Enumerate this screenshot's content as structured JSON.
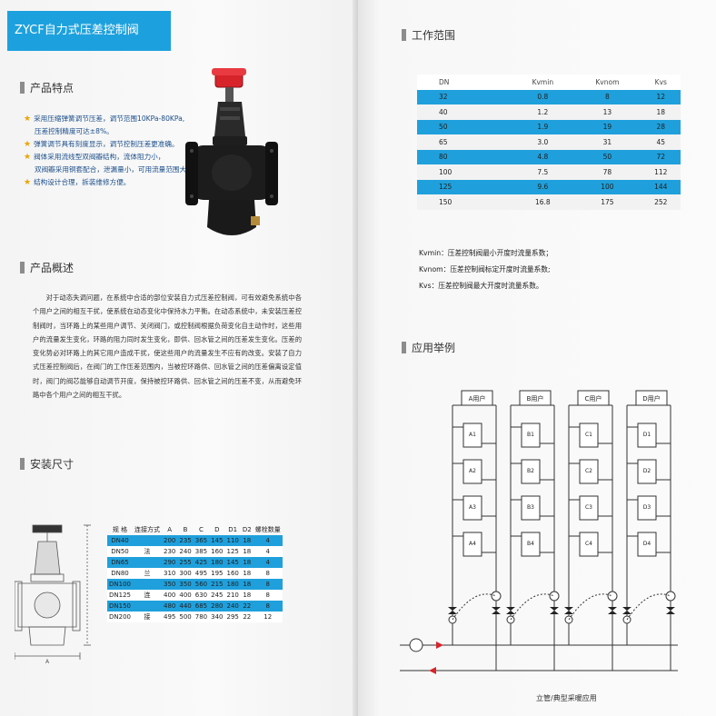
{
  "left": {
    "title": "ZYCF自力式压差控制阀",
    "features_heading": "产品特点",
    "features": [
      {
        "line": "采用压缩弹簧调节压差，调节范围10KPa-80KPa,",
        "star": true
      },
      {
        "line": "压差控制精度可达±8%。",
        "star": false
      },
      {
        "line": "弹簧调节具有刻度显示，调节控制压差更准确。",
        "star": true
      },
      {
        "line": "阀体采用流线型双阀瓣结构，流体阻力小，",
        "star": true
      },
      {
        "line": "双阀瓣采用铜套配合，泄漏量小，可用流量范围大。",
        "star": false
      },
      {
        "line": "结构设计合理，拆装维修方便。",
        "star": true
      }
    ],
    "overview_heading": "产品概述",
    "overview_text": "对于动态失调问题，在系统中合适的部位安装自力式压差控制阀，可有效避免系统中各个用户之间的相互干扰，使系统在动态变化中保持水力平衡。在动态系统中，未安装压差控制阀时，当环路上的某些用户调节、关闭阀门，或控制阀根据负荷变化自主动作时，这些用户的流量发生变化，环路的阻力同时发生变化，即供、回水管之间的压差发生变化。压差的变化势必对环路上的其它用户造成干扰，使这些用户的流量发生不应有的改变。安装了自力式压差控制阀后，在阀门的工作压差范围内，当被控环路供、回水管之间的压差偏离设定值时，阀门的阀芯能够自动调节开度，保持被控环路供、回水管之间的压差不变，从而避免环路中各个用户之间的相互干扰。",
    "dims_heading": "安装尺寸",
    "dims_drawing_label": "A",
    "dims_header": [
      "规 格",
      "连接方式",
      "A",
      "B",
      "C",
      "D",
      "D1",
      "D2",
      "螺栓数量"
    ],
    "dims_connection_chars": [
      "法",
      "兰",
      "连",
      "接"
    ],
    "dims_rows": [
      [
        "DN40",
        "200",
        "235",
        "365",
        "145",
        "110",
        "18",
        "4"
      ],
      [
        "DN50",
        "230",
        "240",
        "385",
        "160",
        "125",
        "18",
        "4"
      ],
      [
        "DN65",
        "290",
        "255",
        "425",
        "180",
        "145",
        "18",
        "4"
      ],
      [
        "DN80",
        "310",
        "300",
        "495",
        "195",
        "160",
        "18",
        "8"
      ],
      [
        "DN100",
        "350",
        "350",
        "560",
        "215",
        "180",
        "18",
        "8"
      ],
      [
        "DN125",
        "400",
        "400",
        "630",
        "245",
        "210",
        "18",
        "8"
      ],
      [
        "DN150",
        "480",
        "440",
        "685",
        "280",
        "240",
        "22",
        "8"
      ],
      [
        "DN200",
        "495",
        "500",
        "780",
        "340",
        "295",
        "22",
        "12"
      ]
    ]
  },
  "right": {
    "range_heading": "工作范围",
    "range_header": [
      "DN",
      "Kvmin",
      "Kvnom",
      "Kvs"
    ],
    "range_rows": [
      [
        "32",
        "0.8",
        "8",
        "12"
      ],
      [
        "40",
        "1.2",
        "13",
        "18"
      ],
      [
        "50",
        "1.9",
        "19",
        "28"
      ],
      [
        "65",
        "3.0",
        "31",
        "45"
      ],
      [
        "80",
        "4.8",
        "50",
        "72"
      ],
      [
        "100",
        "7.5",
        "78",
        "112"
      ],
      [
        "125",
        "9.6",
        "100",
        "144"
      ],
      [
        "150",
        "16.8",
        "175",
        "252"
      ]
    ],
    "notes": [
      "Kvmin：压差控制阀最小开度时流量系数；",
      "Kvnom：压差控制阀标定开度时流量系数;",
      "Kvs：压差控制阀最大开度时流量系数。"
    ],
    "app_heading": "应用举例",
    "users": [
      {
        "label": "A用户",
        "units": [
          "A1",
          "A2",
          "A3",
          "A4"
        ]
      },
      {
        "label": "B用户",
        "units": [
          "B1",
          "B2",
          "B3",
          "B4"
        ]
      },
      {
        "label": "C用户",
        "units": [
          "C1",
          "C2",
          "C3",
          "C4"
        ]
      },
      {
        "label": "D用户",
        "units": [
          "D1",
          "D2",
          "D3",
          "D4"
        ]
      }
    ],
    "caption": "立管/典型采暖应用"
  },
  "colors": {
    "accent": "#1da1de",
    "star": "#e9a400",
    "handwheel": "#d7242b",
    "valve_body": "#1a1a1a"
  }
}
